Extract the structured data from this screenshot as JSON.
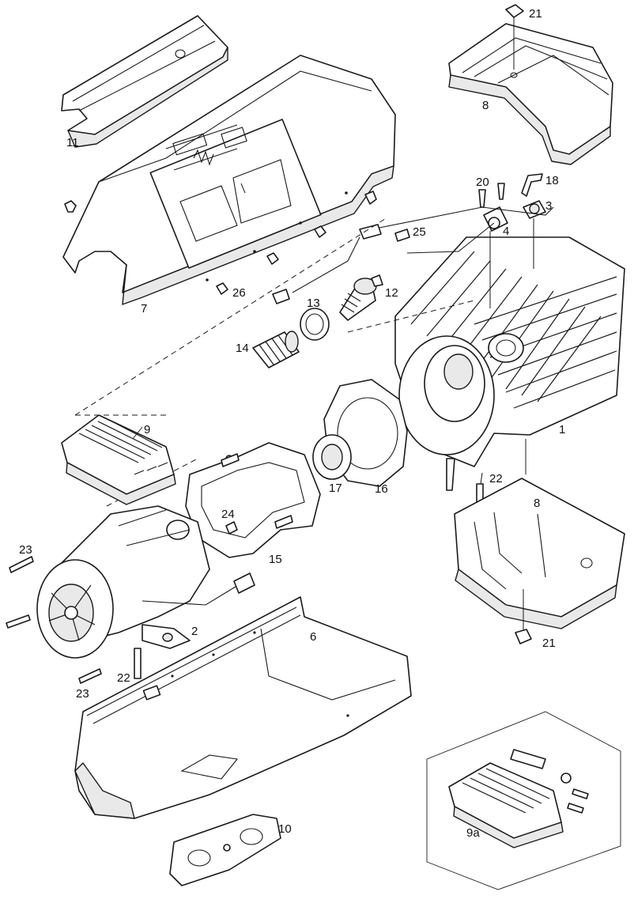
{
  "callouts": {
    "c1": "1",
    "c2": "2",
    "c3": "3",
    "c4": "4",
    "c6": "6",
    "c7": "7",
    "c8_top": "8",
    "c8_bottom": "8",
    "c9": "9",
    "c9a": "9a",
    "c10": "10",
    "c11": "11",
    "c12": "12",
    "c13": "13",
    "c14": "14",
    "c15": "15",
    "c16": "16",
    "c17": "17",
    "c18": "18",
    "c20": "20",
    "c21_top": "21",
    "c21_bottom": "21",
    "c22_right": "22",
    "c22_left": "22",
    "c23_top": "23",
    "c23_bottom": "23",
    "c24": "24",
    "c25": "25",
    "c26": "26"
  }
}
